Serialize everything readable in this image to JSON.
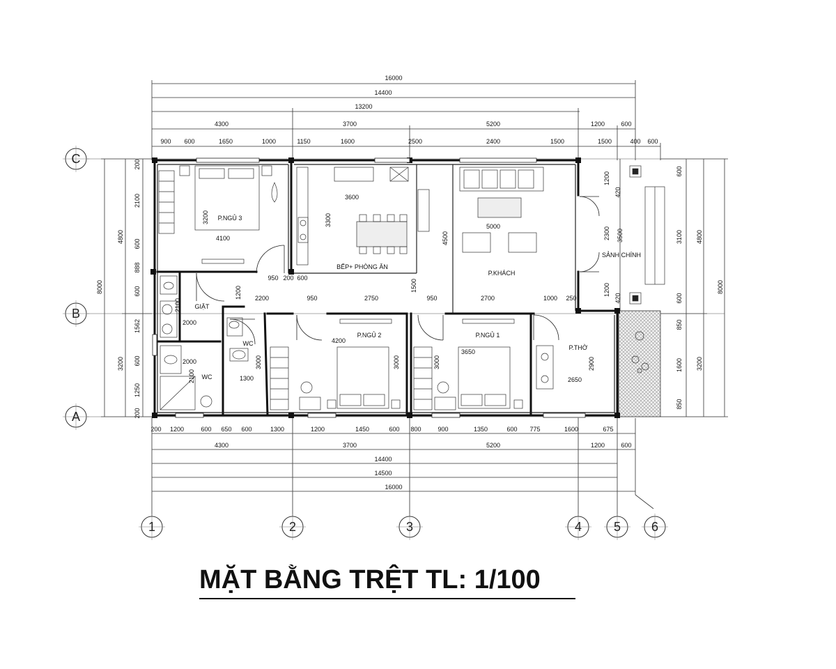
{
  "title": "MẶT BẰNG TRỆT  TL: 1/100",
  "rooms": {
    "bedroom3": "P.NGỦ 3",
    "kitchen": "BẾP+ PHÒNG ĂN",
    "living": "P.KHÁCH",
    "lobby": "SẢNH CHÍNH",
    "laundry": "GIẶT",
    "wc1": "WC",
    "wc2": "WC",
    "bedroom2": "P.NGỦ 2",
    "bedroom1": "P.NGỦ 1",
    "altar": "P.THỜ"
  },
  "grid_labels": {
    "rows": [
      "C",
      "B",
      "A"
    ],
    "cols": [
      "1",
      "2",
      "3",
      "4",
      "5",
      "6"
    ]
  },
  "dims_top": {
    "l1": [
      "16000"
    ],
    "l2": [
      "14400"
    ],
    "l3": [
      "13200"
    ],
    "l4": [
      "4300",
      "3700",
      "5200",
      "1200",
      "600"
    ],
    "l5": [
      "900",
      "600",
      "1650",
      "1000",
      "1150",
      "1600",
      "2500",
      "2400",
      "1500",
      "1500",
      "400",
      "600"
    ]
  },
  "dims_bottom": {
    "l1": [
      "200",
      "1200",
      "600",
      "650",
      "600",
      "1300",
      "1200",
      "1450",
      "600",
      "800",
      "900",
      "1350",
      "600",
      "775",
      "1600",
      "675"
    ],
    "l2": [
      "4300",
      "3700",
      "5200",
      "1200",
      "600"
    ],
    "l3": [
      "14400"
    ],
    "l4": [
      "14500"
    ],
    "l5": [
      "16000"
    ]
  },
  "dims_left": {
    "inner": [
      "200",
      "2100",
      "600",
      "888",
      "600",
      "1562",
      "600",
      "1250",
      "200"
    ],
    "mid": [
      "4800",
      "3200"
    ],
    "outer": [
      "8000"
    ]
  },
  "dims_right": {
    "inner": [
      "1200",
      "420",
      "2300",
      "1200",
      "420"
    ],
    "inner2": [
      "600",
      "3100",
      "600",
      "850",
      "1600",
      "850"
    ],
    "mid": [
      "3500",
      "4800",
      "3200"
    ],
    "outer": [
      "8000"
    ]
  },
  "dims_interior": {
    "d3600": "3600",
    "d3300": "3300",
    "d5000": "5000",
    "d4500": "4500",
    "d3200": "3200",
    "d4100": "4100",
    "d950": "950",
    "d200": "200",
    "d600": "600",
    "d1200": "1200",
    "d2200": "2200",
    "d950b": "950",
    "d2750": "2750",
    "d1500": "1500",
    "d950c": "950",
    "d2700": "2700",
    "d1000": "1000",
    "d250": "250",
    "d2000a": "2000",
    "d2000b": "2000",
    "d2100": "2100",
    "d1300": "1300",
    "d3000a": "3000",
    "d4200": "4200",
    "d3000b": "3000",
    "d3000c": "3000",
    "d3650": "3650",
    "d2650": "2650",
    "d2900": "2900",
    "d2100b": "2100"
  }
}
